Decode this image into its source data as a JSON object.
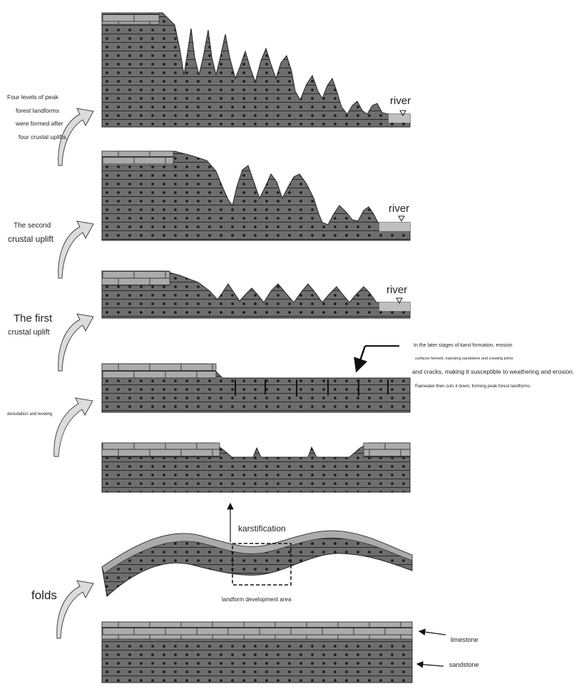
{
  "labels": {
    "stage7": [
      "Four levels of peak",
      "forest landforms",
      "were formed after",
      "four crustal uplifts."
    ],
    "stage6": [
      "The second",
      "crustal uplift"
    ],
    "stage5": [
      "The first",
      "crustal uplift"
    ],
    "stage4": "denudation and leveling",
    "stage2": "folds",
    "river": "river",
    "karstification": "karstification",
    "development_area": "landform development area",
    "limestone": "limestone",
    "sandstone": "sandstone",
    "note": [
      "In the later stages of karst formation, erosion",
      "surfaces formed, exposing sandstone and creating joints",
      "and cracks, making it susceptible to weathering and erosion.",
      "Rainwater then cuts it down, forming peak forest landforms."
    ]
  },
  "colors": {
    "sandstone": "#6e6e6e",
    "limestone": "#a9a9a9",
    "dots": "#1c1c1c",
    "water": "#bfbfbf",
    "line": "#111111"
  }
}
